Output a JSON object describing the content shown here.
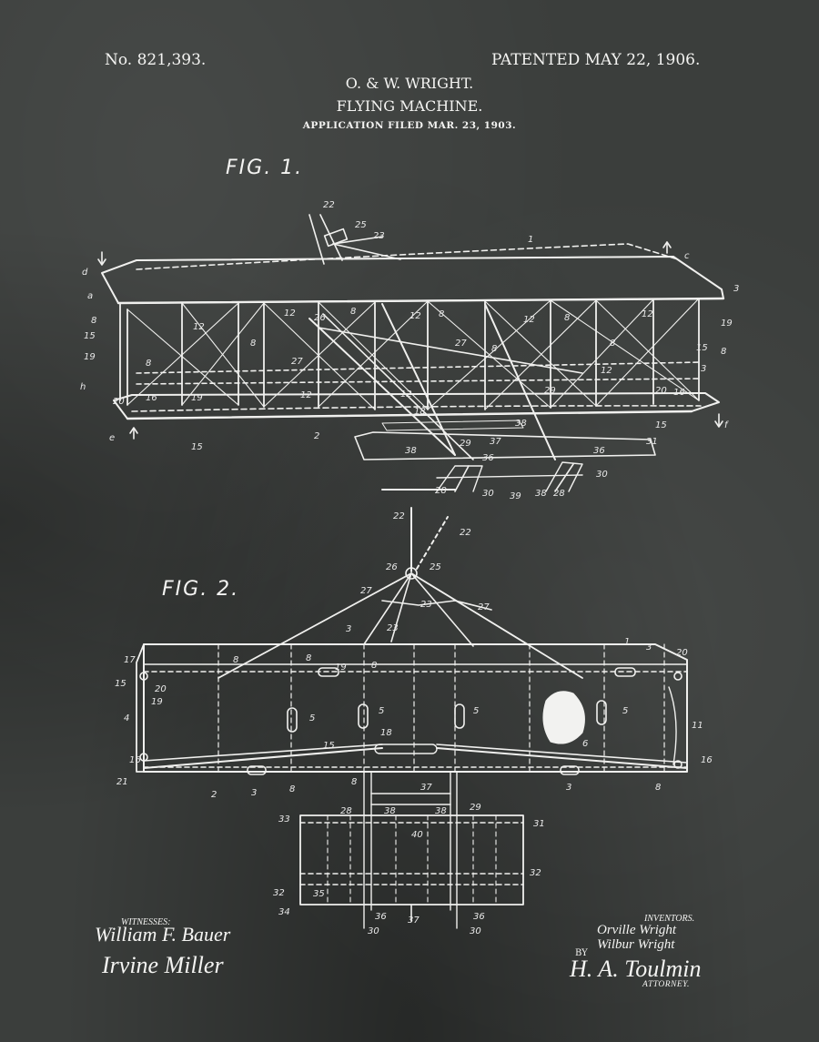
{
  "header": {
    "patent_number": "No. 821,393.",
    "patent_date": "PATENTED MAY 22, 1906.",
    "inventors_line": "O. & W. WRIGHT.",
    "title": "FLYING MACHINE.",
    "application_filed": "APPLICATION FILED MAR. 23, 1903."
  },
  "figures": {
    "fig1_label": "FIG. 1.",
    "fig2_label": "FIG. 2."
  },
  "signatures": {
    "witnesses_heading": "WITNESSES:",
    "witness_1": "William F. Bauer",
    "witness_2": "Irvine Miller",
    "inventors_heading": "INVENTORS.",
    "inventor_1": "Orville Wright",
    "inventor_2": "Wilbur Wright",
    "by_label": "BY",
    "attorney_signature": "H. A. Toulmin",
    "attorney_heading": "ATTORNEY."
  },
  "theme": {
    "chalkboard": "#3b3e3c",
    "ink": "#f2f2f0"
  }
}
